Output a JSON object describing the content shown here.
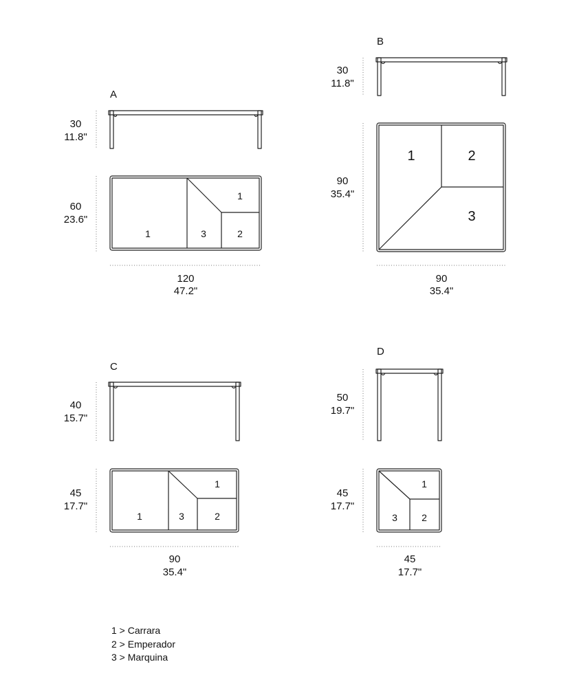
{
  "tables": {
    "A": {
      "label": "A",
      "height": {
        "cm": "30",
        "in": "11.8\""
      },
      "depth": {
        "cm": "60",
        "in": "23.6\""
      },
      "width": {
        "cm": "120",
        "in": "47.2\""
      },
      "zones": [
        "1",
        "1",
        "3",
        "2"
      ]
    },
    "B": {
      "label": "B",
      "height": {
        "cm": "30",
        "in": "11.8\""
      },
      "depth": {
        "cm": "90",
        "in": "35.4\""
      },
      "width": {
        "cm": "90",
        "in": "35.4\""
      },
      "zones": [
        "1",
        "2",
        "3"
      ]
    },
    "C": {
      "label": "C",
      "height": {
        "cm": "40",
        "in": "15.7\""
      },
      "depth": {
        "cm": "45",
        "in": "17.7\""
      },
      "width": {
        "cm": "90",
        "in": "35.4\""
      },
      "zones": [
        "1",
        "1",
        "3",
        "2"
      ]
    },
    "D": {
      "label": "D",
      "height": {
        "cm": "50",
        "in": "19.7\""
      },
      "depth": {
        "cm": "45",
        "in": "17.7\""
      },
      "width": {
        "cm": "45",
        "in": "17.7\""
      },
      "zones": [
        "1",
        "3",
        "2"
      ]
    }
  },
  "legend": [
    {
      "text": "1 > Carrara"
    },
    {
      "text": "2 > Emperador"
    },
    {
      "text": "3 > Marquina"
    }
  ],
  "colors": {
    "line": "#222222",
    "dots": "#666666"
  }
}
